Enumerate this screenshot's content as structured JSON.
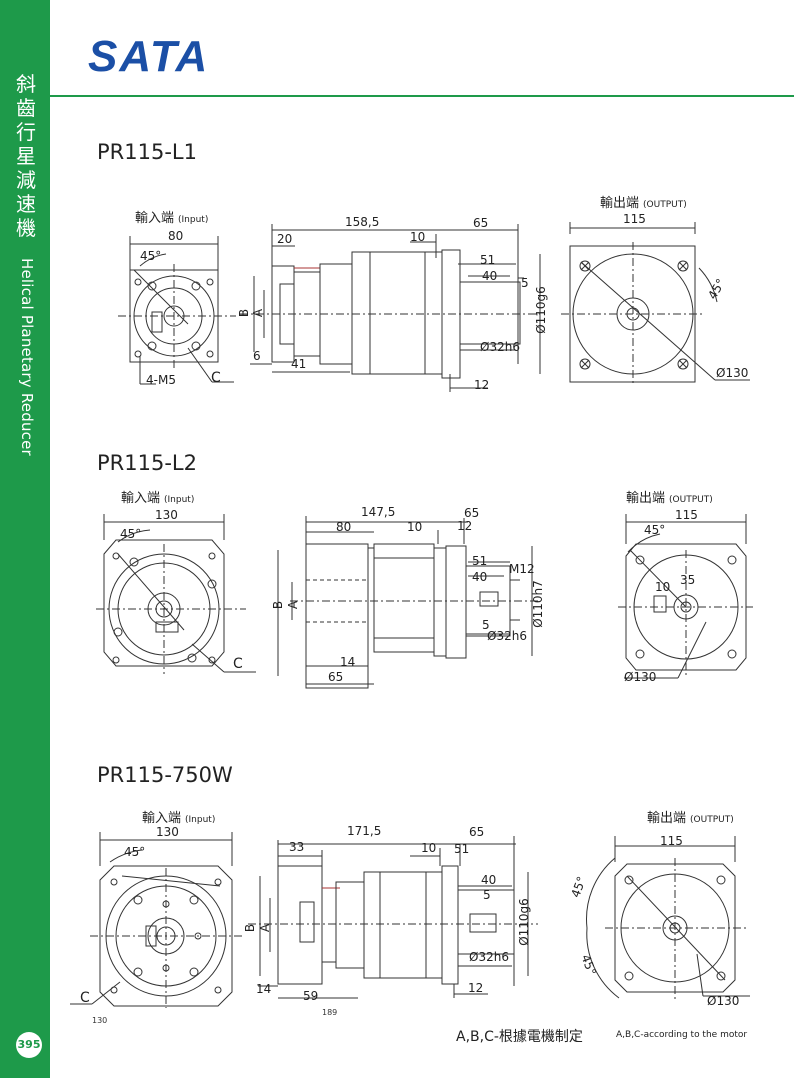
{
  "sidebar": {
    "title_cjk": [
      "斜",
      "齒",
      "行",
      "星",
      "減",
      "速",
      "機"
    ],
    "title_en": "Helical Planetary Reducer",
    "page_number": "395"
  },
  "header": {
    "brand": "SATA"
  },
  "sections": [
    {
      "model": "PR115-L1",
      "input_label": "輸入端",
      "input_label_en": "(Input)",
      "output_label": "輸出端",
      "output_label_en": "(OUTPUT)",
      "dims": {
        "in_width": "80",
        "angle": "45°",
        "bolts": "4-M5",
        "c": "C",
        "total": "158,5",
        "d20": "20",
        "d10": "10",
        "d65": "65",
        "d51": "51",
        "d40": "40",
        "d5": "5",
        "d6": "6",
        "d41": "41",
        "b": "B",
        "a": "A",
        "shaft": "Ø32h6",
        "pilot": "Ø110g6",
        "d12": "12",
        "out_width": "115",
        "out_angle": "45°",
        "pcd": "Ø130"
      }
    },
    {
      "model": "PR115-L2",
      "input_label": "輸入端",
      "input_label_en": "(Input)",
      "output_label": "輸出端",
      "output_label_en": "(OUTPUT)",
      "dims": {
        "in_width": "130",
        "angle": "45°",
        "c": "C",
        "total": "147,5",
        "d80": "80",
        "d10": "10",
        "d65": "65",
        "d12": "12",
        "d51": "51",
        "d40": "40",
        "m12": "M12",
        "d5": "5",
        "shaft": "Ø32h6",
        "pilot": "Ø110h7",
        "d14": "14",
        "d65b": "65",
        "b": "B",
        "a": "A",
        "out_width": "115",
        "out_angle": "45°",
        "o10": "10",
        "o35": "35",
        "pcd": "Ø130"
      }
    },
    {
      "model": "PR115-750W",
      "input_label": "輸入端",
      "input_label_en": "(Input)",
      "output_label": "輸出端",
      "output_label_en": "(OUTPUT)",
      "dims": {
        "in_width": "130",
        "angle": "45°",
        "c": "C",
        "bottom130": "130",
        "total": "171,5",
        "d33": "33",
        "d10": "10",
        "d65": "65",
        "d51": "51",
        "d40": "40",
        "d5": "5",
        "shaft": "Ø32h6",
        "pilot": "Ø110g6",
        "d14": "14",
        "d59": "59",
        "d12": "12",
        "d189": "189",
        "b": "B",
        "a": "A",
        "out_width": "115",
        "out_angle_a": "45°",
        "out_angle_b": "45°",
        "pcd": "Ø130"
      }
    }
  ],
  "footer": {
    "note": "A,B,C-根據電機制定",
    "note_en": "A,B,C-according to the motor"
  },
  "colors": {
    "brand_green": "#1e9a4a",
    "brand_blue": "#1b4fa6"
  }
}
